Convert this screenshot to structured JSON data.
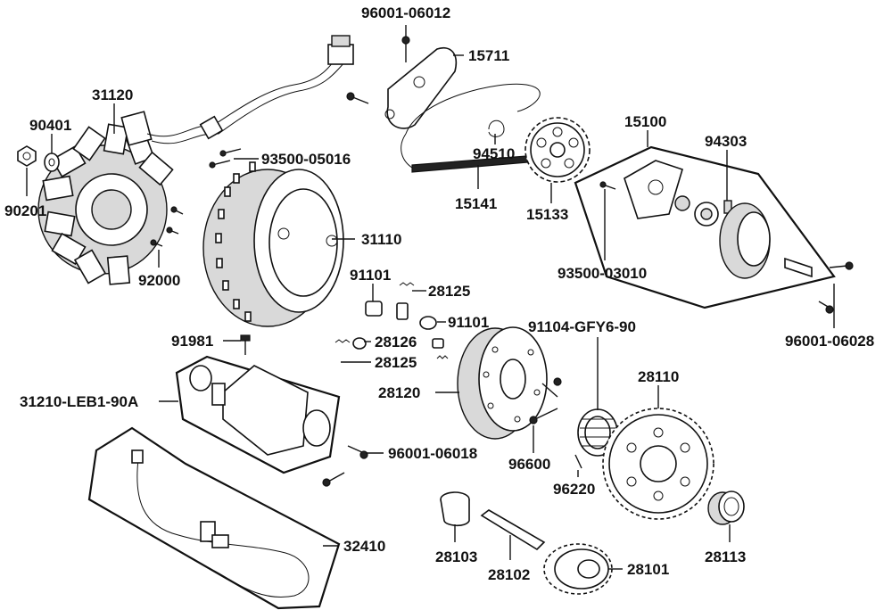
{
  "labels": {
    "p96001_06012": "96001-06012",
    "p15711": "15711",
    "p31120": "31120",
    "p90401": "90401",
    "p93500_05016": "93500-05016",
    "p94510": "94510",
    "p15100": "15100",
    "p94303": "94303",
    "p90201": "90201",
    "p15141": "15141",
    "p15133": "15133",
    "p31110": "31110",
    "p92000": "92000",
    "p93500_03010": "93500-03010",
    "p91101_a": "91101",
    "p28125_a": "28125",
    "p91101_b": "91101",
    "p91981": "91981",
    "p91104": "91104-GFY6-90",
    "p28126": "28126",
    "p28125_b": "28125",
    "p96001_06028": "96001-06028",
    "p28110": "28110",
    "p31210": "31210-LEB1-90A",
    "p28120": "28120",
    "p96001_06018": "96001-06018",
    "p96600": "96600",
    "p96220": "96220",
    "p32410": "32410",
    "p28103": "28103",
    "p28102": "28102",
    "p28101": "28101",
    "p28113": "28113"
  }
}
